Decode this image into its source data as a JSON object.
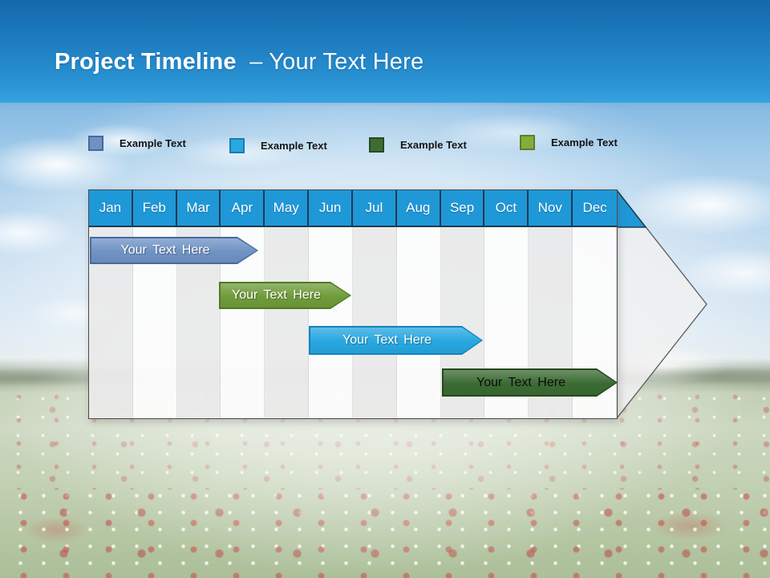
{
  "slide": {
    "title_bold": "Project Timeline",
    "title_rest": "– Your Text Here"
  },
  "legend": {
    "items": [
      {
        "label": "Example Text",
        "color": "#7191c2",
        "border": "#44689f"
      },
      {
        "label": "Example Text",
        "color": "#2aa8e0",
        "border": "#1a7cae"
      },
      {
        "label": "Example Text",
        "color": "#3d6d35",
        "border": "#284a22"
      },
      {
        "label": "Example Text",
        "color": "#85ad3e",
        "border": "#5d7e26"
      }
    ]
  },
  "timeline": {
    "months": [
      "Jan",
      "Feb",
      "Mar",
      "Apr",
      "May",
      "Jun",
      "Jul",
      "Aug",
      "Sep",
      "Oct",
      "Nov",
      "Dec"
    ],
    "bars": [
      {
        "label": "Your Text Here",
        "start": "Jan",
        "end": "mid Apr",
        "fill": "#6f93c4",
        "border": "#46699f",
        "text_color": "light"
      },
      {
        "label": "Your Text Here",
        "start": "Apr",
        "end": "Jun",
        "fill": "#6f9c3a",
        "border": "#4d7a23",
        "text_color": "light"
      },
      {
        "label": "Your Text Here",
        "start": "Jun",
        "end": "Sep",
        "fill": "#27a7e0",
        "border": "#1583bd",
        "text_color": "light"
      },
      {
        "label": "Your Text Here",
        "start": "Sep",
        "end": "Dec",
        "fill": "#3b6b33",
        "border": "#26461e",
        "text_color": "dark"
      }
    ]
  },
  "colors": {
    "title_band_top": "#1568aa",
    "title_band_bottom": "#36a2de",
    "month_header_fill": "#1f98d8",
    "month_header_border": "#203a50",
    "grid_col_odd": "#e9e9e9",
    "grid_col_even": "#fcfcfc",
    "arrow_head_fill": "#f0f0f0",
    "arrow_head_outline": "#5a5a5a"
  }
}
